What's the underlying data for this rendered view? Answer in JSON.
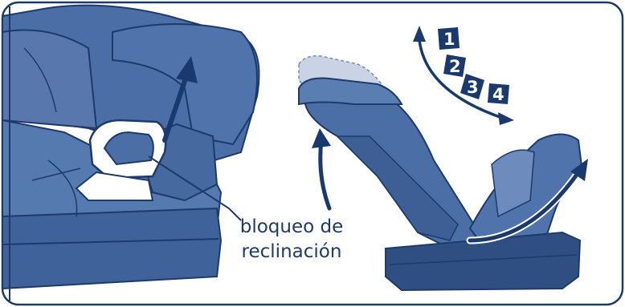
{
  "callout": {
    "line1": "bloqueo de",
    "line2": "reclinación"
  },
  "recline_positions": [
    "1",
    "2",
    "3",
    "4"
  ],
  "colors": {
    "outline": "#1d3a6b",
    "seat_fill": "#4a6ea5",
    "seat_fill_light": "#6d8cbd",
    "seat_shadow": "#2f4f82",
    "arrow": "#1a3a6e"
  },
  "icons": {
    "up_arrow": "arrow-up-icon",
    "curved_arrow": "curved-arrow-icon"
  }
}
